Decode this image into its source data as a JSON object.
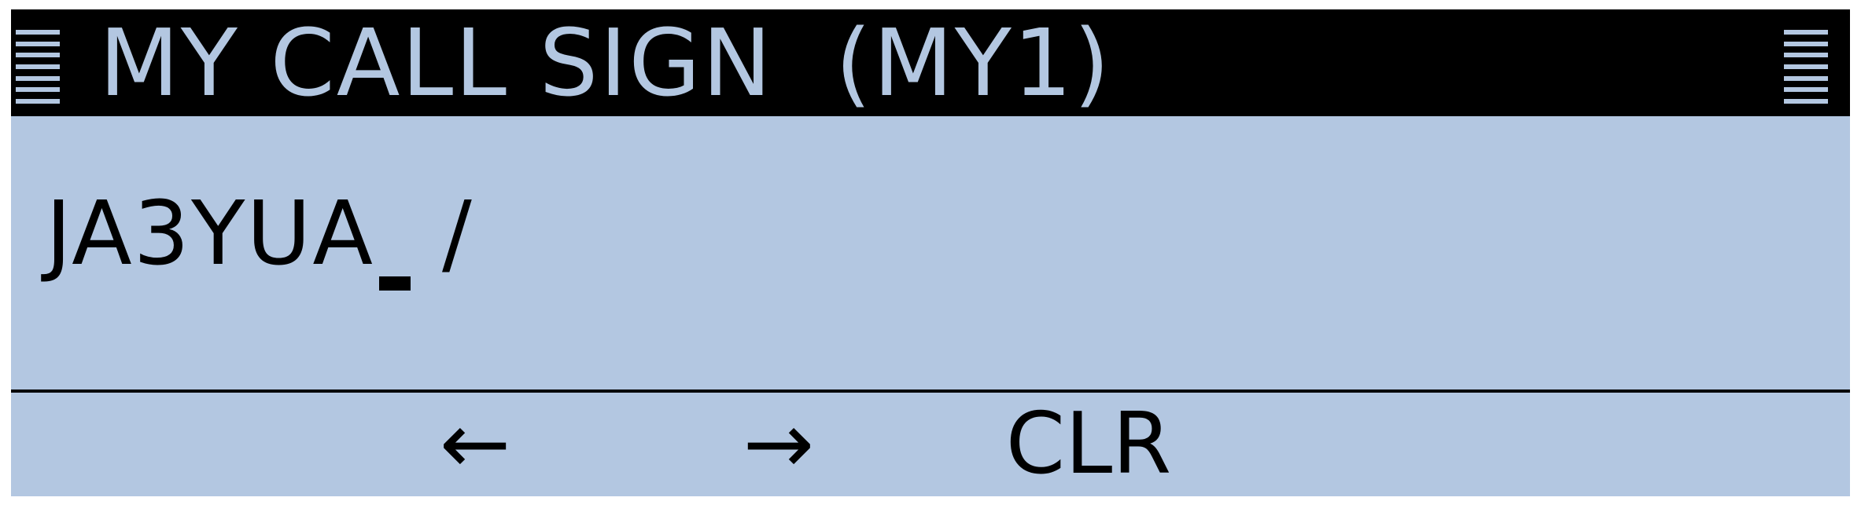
{
  "header": {
    "title": "MY CALL SIGN  (MY1)",
    "left_icon": "menu-lines-icon",
    "right_icon": "menu-lines-icon"
  },
  "callsign_input": {
    "value": "JA3YUA",
    "suffix": "/"
  },
  "softkeys": {
    "left_arrow": "←",
    "right_arrow": "→",
    "clear": "CLR"
  },
  "colors": {
    "screen_background": "#b3c7e1",
    "title_bar": "#000000",
    "text": "#000000"
  }
}
